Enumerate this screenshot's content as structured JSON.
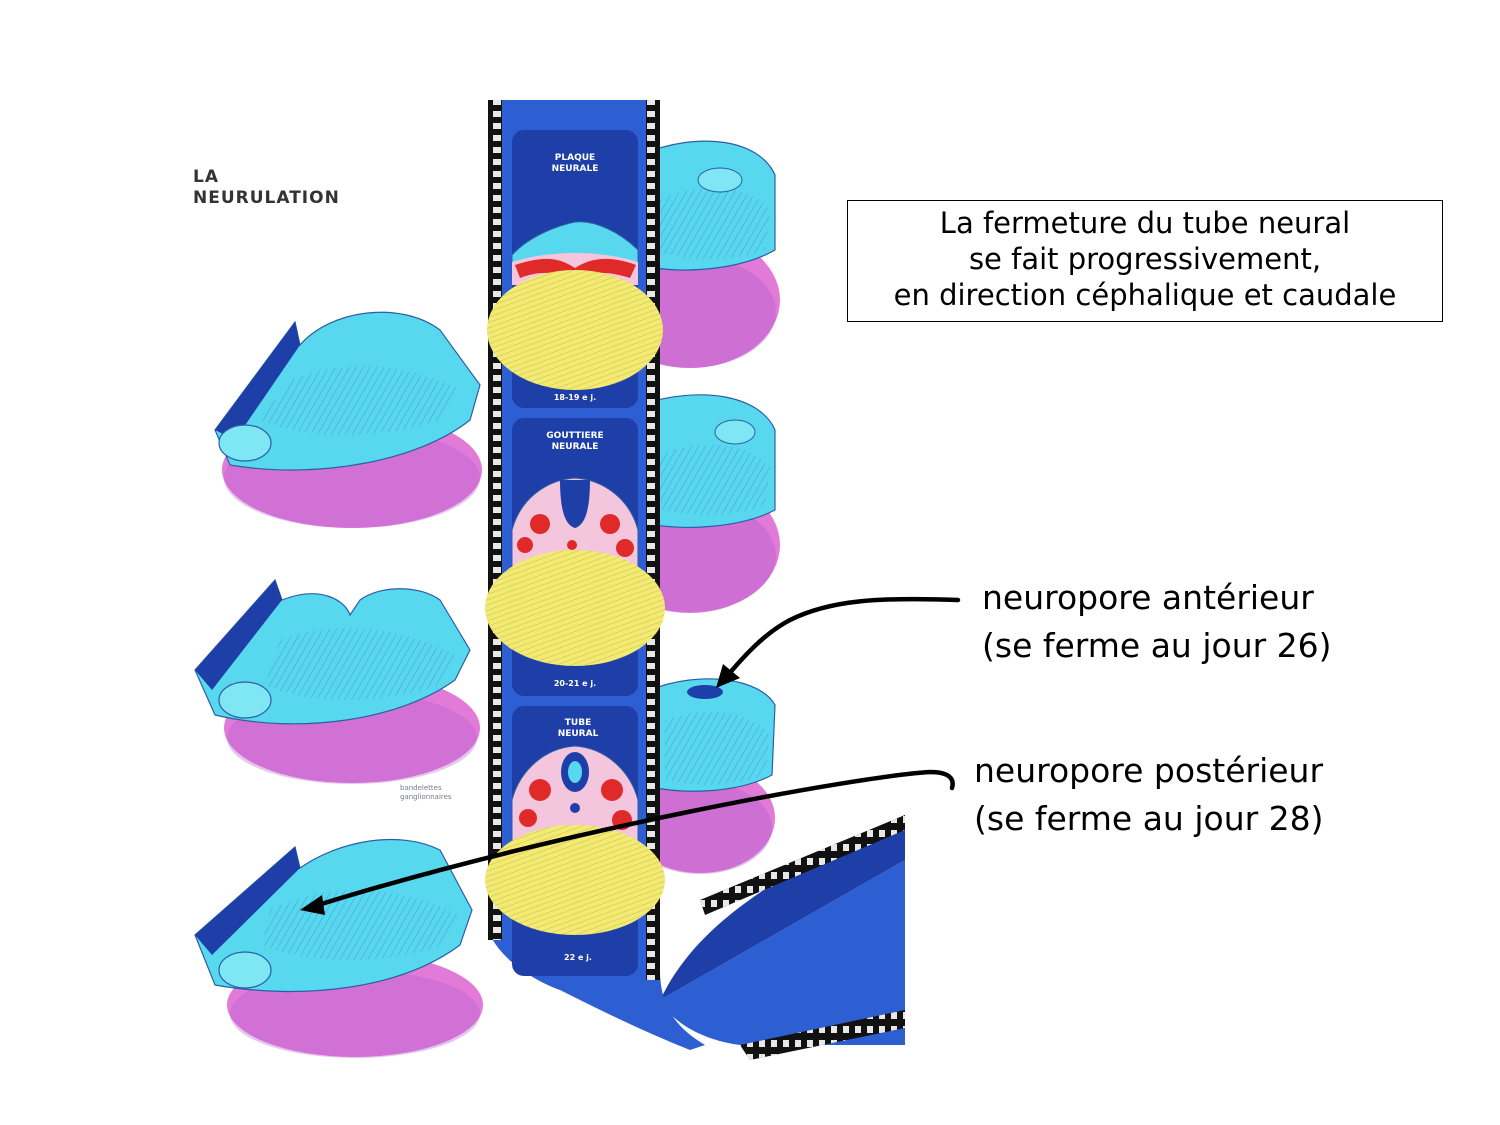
{
  "poster": {
    "title_line1": "LA",
    "title_line2": "NEURULATION",
    "ganglion_line1": "bandelettes",
    "ganglion_line2": "ganglionnaires"
  },
  "film_frames": [
    {
      "label_line1": "PLAQUE",
      "label_line2": "NEURALE",
      "day": "18-19 e j."
    },
    {
      "label_line1": "GOUTTIERE",
      "label_line2": "NEURALE",
      "day": "20-21 e j."
    },
    {
      "label_line1": "TUBE",
      "label_line2": "NEURAL",
      "day": "22 e j."
    }
  ],
  "info_box": {
    "line1": "La fermeture du tube neural",
    "line2": "se fait progressivement,",
    "line3": "en direction céphalique et caudale"
  },
  "annotations": {
    "anterior": {
      "line1": "neuropore antérieur",
      "line2": "(se ferme au jour 26)"
    },
    "posterior": {
      "line1": "neuropore postérieur",
      "line2": "(se ferme au jour 28)"
    }
  },
  "colors": {
    "film": "#2d5fd2",
    "film_dark": "#1e3fa8",
    "ectoderm": "#58d8ef",
    "yolk_sac": "#e27bd8",
    "yolk": "#f2ea72",
    "mesoderm": "#e02a2a",
    "arrow": "#000000"
  }
}
